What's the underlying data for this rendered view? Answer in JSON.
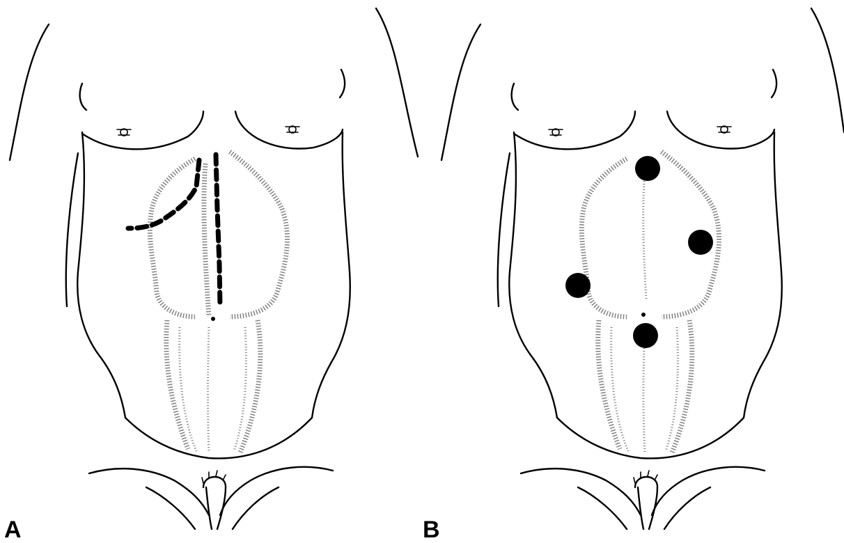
{
  "panels": [
    {
      "label": "A",
      "depicts": "open-incision"
    },
    {
      "label": "B",
      "depicts": "port-sites"
    }
  ],
  "colors": {
    "ink": "#000000",
    "hatch": "#6b6b6b",
    "background": "#ffffff"
  }
}
